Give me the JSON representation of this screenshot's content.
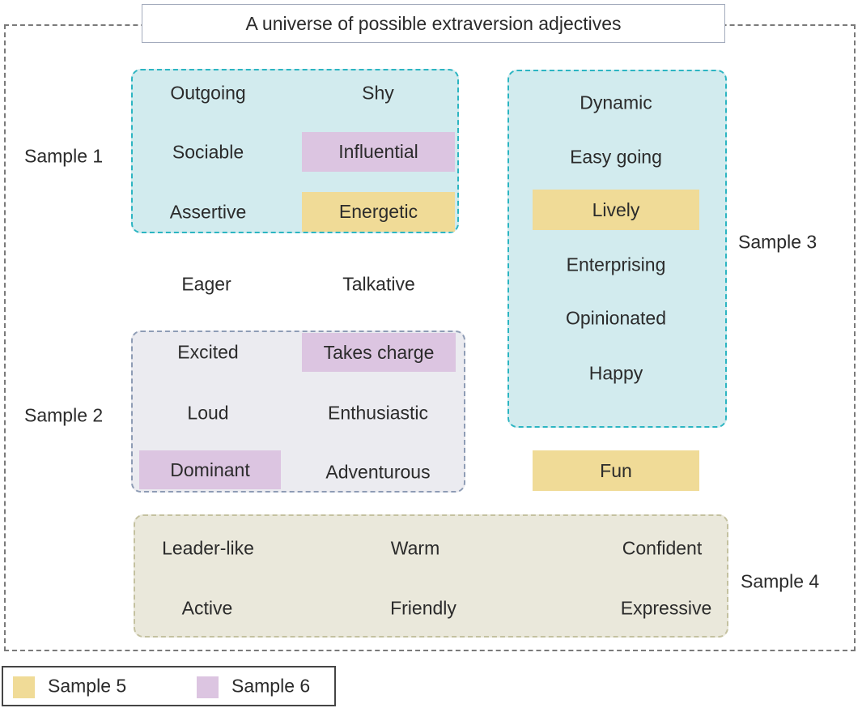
{
  "title": "A universe of possible extraversion adjectives",
  "sample1": {
    "label": "Sample 1",
    "words": [
      {
        "text": "Outgoing"
      },
      {
        "text": "Shy"
      },
      {
        "text": "Sociable"
      },
      {
        "text": "Influential",
        "highlight": "Sample 6"
      },
      {
        "text": "Assertive"
      },
      {
        "text": "Energetic",
        "highlight": "Sample 5"
      }
    ]
  },
  "sample2": {
    "label": "Sample 2",
    "words": [
      {
        "text": "Excited"
      },
      {
        "text": "Takes charge",
        "highlight": "Sample 6"
      },
      {
        "text": "Loud"
      },
      {
        "text": "Enthusiastic"
      },
      {
        "text": "Dominant",
        "highlight": "Sample 6"
      },
      {
        "text": "Adventurous"
      }
    ]
  },
  "sample3": {
    "label": "Sample 3",
    "words": [
      {
        "text": "Dynamic"
      },
      {
        "text": "Easy going"
      },
      {
        "text": "Lively",
        "highlight": "Sample 5"
      },
      {
        "text": "Enterprising"
      },
      {
        "text": "Opinionated"
      },
      {
        "text": "Happy"
      }
    ]
  },
  "sample4": {
    "label": "Sample 4",
    "words": [
      {
        "text": "Leader-like"
      },
      {
        "text": "Warm"
      },
      {
        "text": "Confident"
      },
      {
        "text": "Active"
      },
      {
        "text": "Friendly"
      },
      {
        "text": "Expressive"
      }
    ]
  },
  "floating_words": [
    {
      "text": "Eager"
    },
    {
      "text": "Talkative"
    },
    {
      "text": "Fun",
      "highlight": "Sample 5"
    }
  ],
  "legend": {
    "items": [
      {
        "label": "Sample 5",
        "swatch_color": "#f0db97"
      },
      {
        "label": "Sample 6",
        "swatch_color": "#dcc5e1"
      }
    ]
  },
  "colors": {
    "cyan_box_bg": "#d2ebee",
    "cyan_box_border": "#2cb5c2",
    "gray_box_bg": "#ebebf0",
    "gray_box_border": "#8e9cb5",
    "tan_box_bg": "#eae8db",
    "tan_box_border": "#c4c1a0",
    "sample5_highlight": "#f0db97",
    "sample6_highlight": "#dcc5e1",
    "outer_border": "#7a7a7a",
    "text": "#2b2b2b"
  }
}
